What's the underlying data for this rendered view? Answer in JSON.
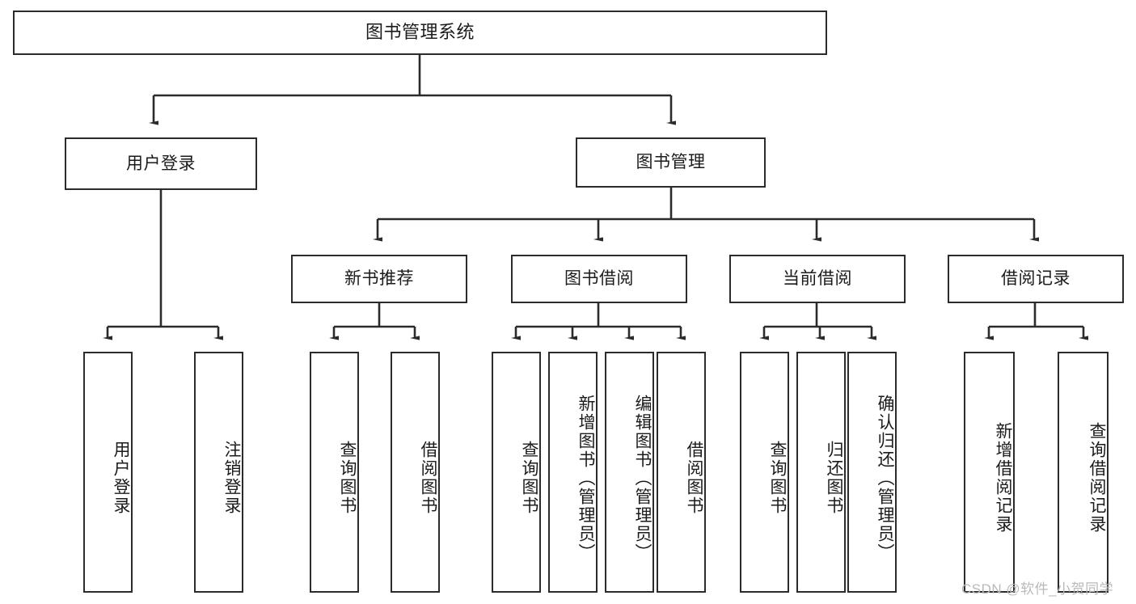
{
  "diagram": {
    "type": "hierarchy-tree",
    "title": "图书管理系统",
    "orientation": "top-down",
    "levels": 3
  },
  "root": {
    "label": "图书管理系统"
  },
  "level2": [
    {
      "label": "用户登录"
    },
    {
      "label": "图书管理"
    }
  ],
  "level3": [
    {
      "label": "新书推荐"
    },
    {
      "label": "图书借阅"
    },
    {
      "label": "当前借阅"
    },
    {
      "label": "借阅记录"
    }
  ],
  "leaves": {
    "user_login": [
      {
        "label": "用户登录"
      },
      {
        "label": "注销登录"
      }
    ],
    "new_book_recommend": [
      {
        "label": "查询图书"
      },
      {
        "label": "借阅图书"
      }
    ],
    "book_borrow": [
      {
        "label": "查询图书"
      },
      {
        "label": "新增图书（管理员）"
      },
      {
        "label": "编辑图书（管理员）"
      },
      {
        "label": "借阅图书"
      }
    ],
    "current_borrow": [
      {
        "label": "查询图书"
      },
      {
        "label": "归还图书"
      },
      {
        "label": "确认归还（管理员）"
      }
    ],
    "borrow_record": [
      {
        "label": "新增借阅记录"
      },
      {
        "label": "查询借阅记录"
      }
    ]
  },
  "watermark": {
    "text": "CSDN @软件_小贺同学"
  },
  "colors": {
    "stroke": "#2b2b2b",
    "fill": "#ffffff",
    "text": "#1b1b1b",
    "watermark": "#b9b9b9"
  }
}
